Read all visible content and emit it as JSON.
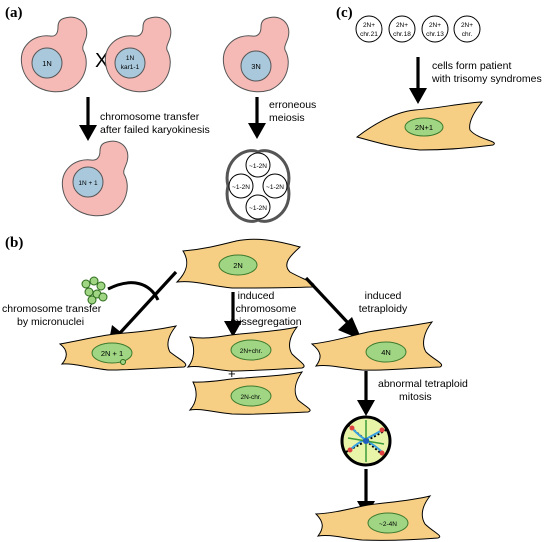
{
  "panels": {
    "a": "(a)",
    "b": "(b)",
    "c": "(c)"
  },
  "a": {
    "yeast1": "1N",
    "cross": "X",
    "yeast2_l1": "1N",
    "yeast2_l2": "kar1-1",
    "yeast_3n": "3N",
    "transfer_l1": "chromosome transfer",
    "transfer_l2": "after failed karyokinesis",
    "result": "1N + 1",
    "meiosis_l1": "erroneous",
    "meiosis_l2": "meiosis",
    "spores": [
      "~1-2N",
      "~1-2N",
      "~1-2N",
      "~1-2N"
    ]
  },
  "c": {
    "circles": [
      {
        "l1": "2N+",
        "l2": "chr.21"
      },
      {
        "l1": "2N+",
        "l2": "chr.18"
      },
      {
        "l1": "2N+",
        "l2": "chr.13"
      },
      {
        "l1": "2N+",
        "l2": "chr."
      }
    ],
    "caption_l1": "cells form patient",
    "caption_l2": "with trisomy syndromes",
    "cell": "2N+1"
  },
  "b": {
    "top_cell": "2N",
    "micro_l1": "chromosome transfer",
    "micro_l2": "by micronuclei",
    "micro_cell": "2N + 1",
    "missegr_l1": "induced",
    "missegr_l2": "chromosome",
    "missegr_l3": "missegregation",
    "cell_plus": "2N+chr.",
    "plus": "+",
    "cell_minus": "2N-chr.",
    "tetra_l1": "induced",
    "tetra_l2": "tetraploidy",
    "cell_4n": "4N",
    "mitosis_l1": "abnormal tetraploid",
    "mitosis_l2": "mitosis",
    "final_cell": "~2-4N"
  }
}
